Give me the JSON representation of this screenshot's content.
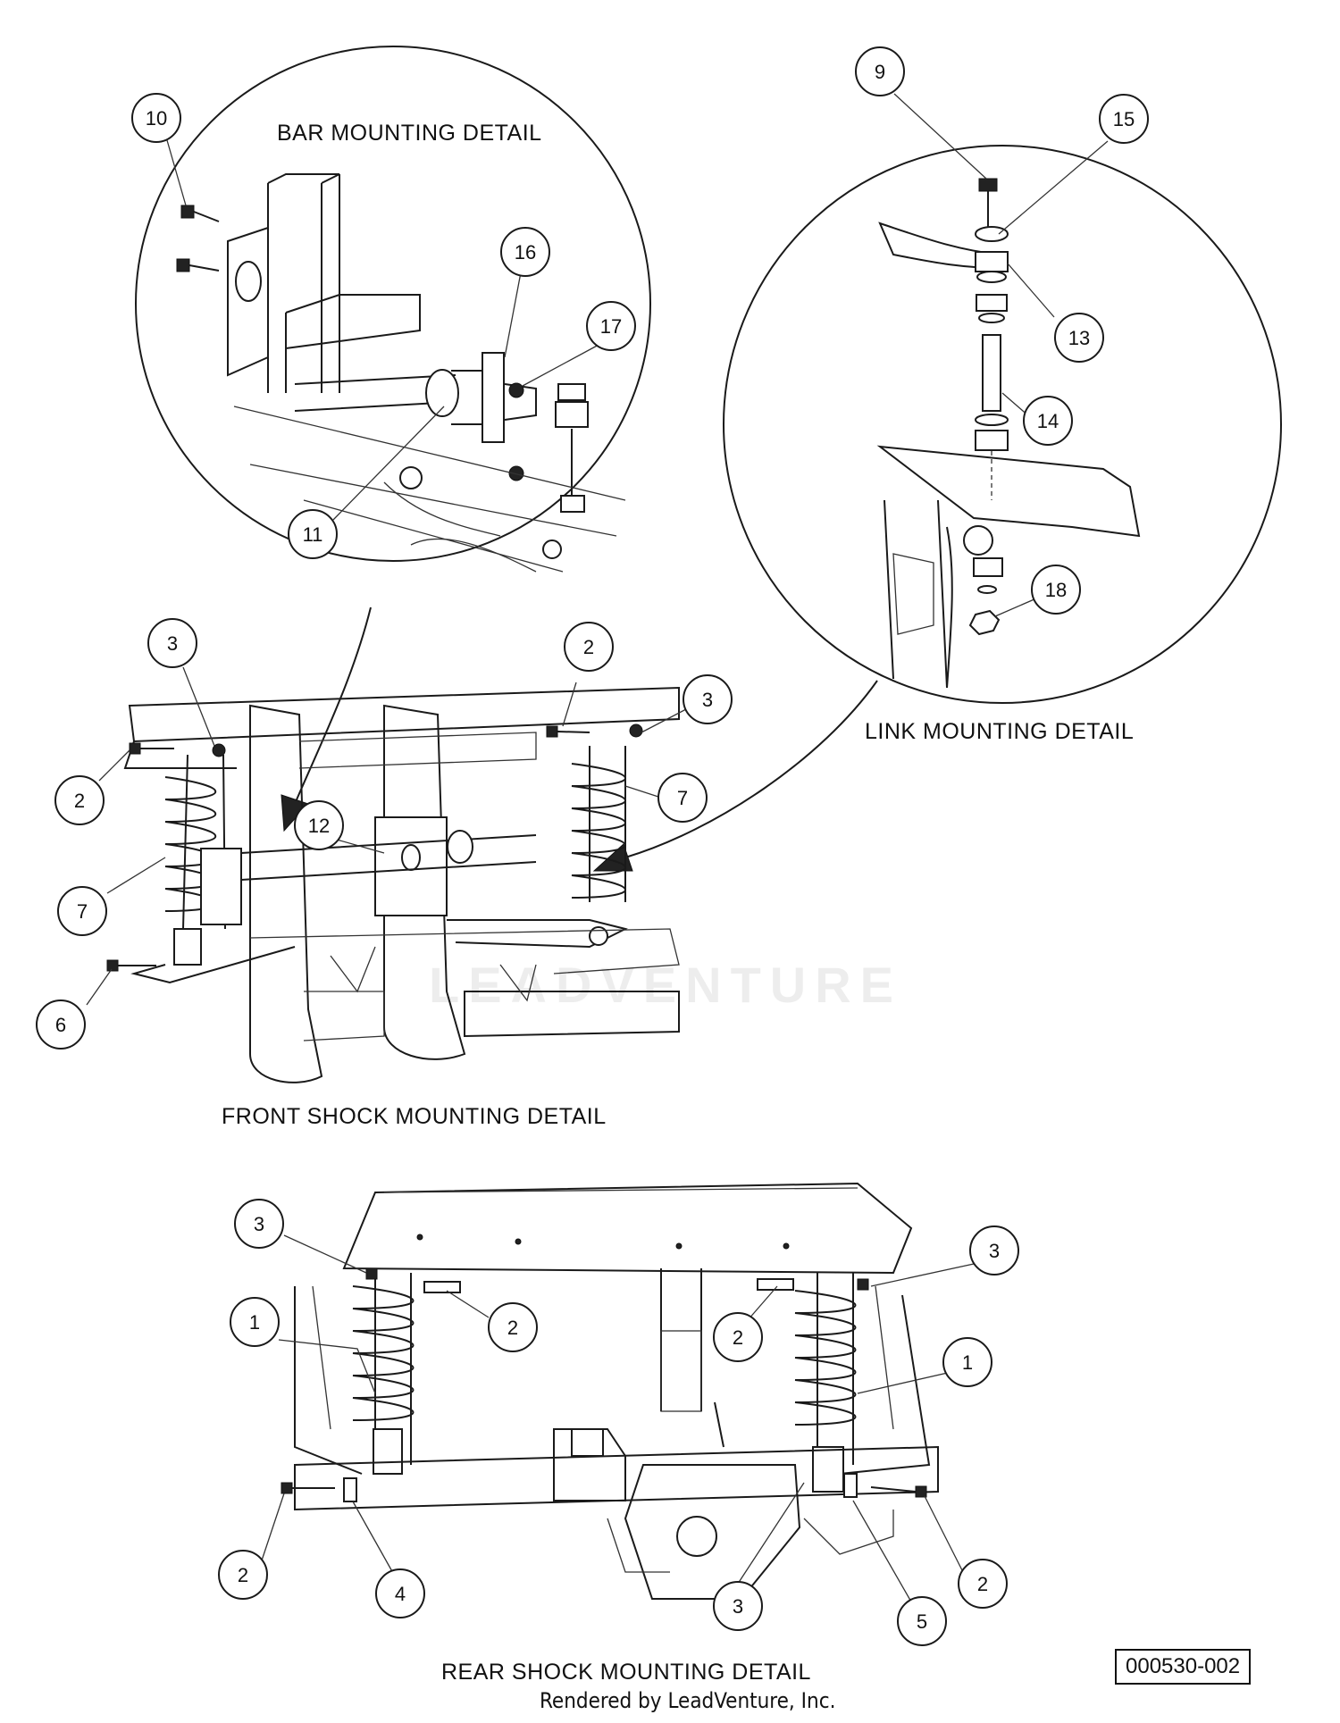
{
  "titles": {
    "bar_mounting": "BAR MOUNTING DETAIL",
    "link_mounting": "LINK MOUNTING DETAIL",
    "front_shock": "FRONT SHOCK MOUNTING DETAIL",
    "rear_shock": "REAR SHOCK MOUNTING DETAIL"
  },
  "document_number": "000530-002",
  "footer": "Rendered by LeadVenture, Inc.",
  "watermark": "LEADVENTURE",
  "callouts": {
    "bar_detail": [
      "10",
      "16",
      "17",
      "11"
    ],
    "link_detail": [
      "9",
      "15",
      "13",
      "14",
      "18"
    ],
    "front_detail": [
      "3",
      "2",
      "3",
      "2",
      "7",
      "12",
      "7",
      "6"
    ],
    "rear_detail": [
      "3",
      "3",
      "2",
      "2",
      "1",
      "1",
      "2",
      "4",
      "3",
      "5",
      "2"
    ]
  }
}
